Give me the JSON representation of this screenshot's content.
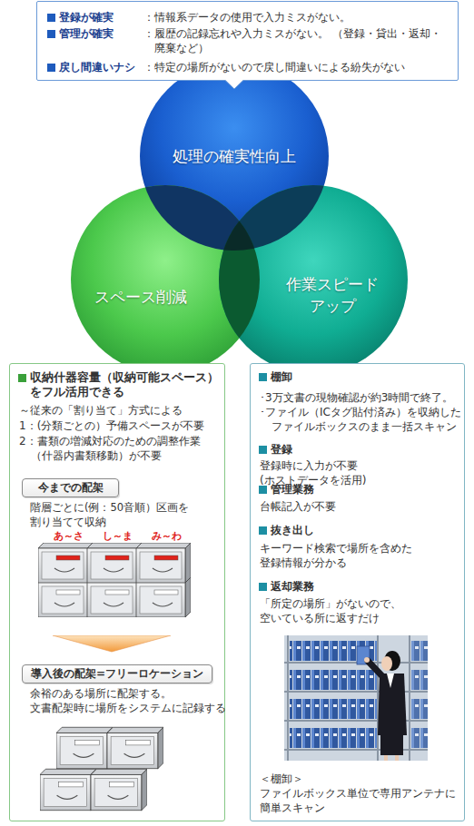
{
  "diagram": {
    "nodes": [
      {
        "text": [
          "登録が確実",
          "：情報系データの使用で入力ミスがない。",
          "管理が確実",
          "：履歴の記録忘れや入力ミスがない。 （登録・貸出・返却・廃棄など）",
          "戻し間違いナシ",
          "：特定の場所がないので戻し間違いによる紛失がない"
        ]
      },
      {
        "text": [
          "処理の確実性向上"
        ]
      },
      {
        "text": [
          "スペース削減"
        ]
      },
      {
        "text": [
          "作業スピード アップ"
        ]
      },
      {
        "text": [
          "収納什器容量（収納可能スペース） をフル活用できる",
          "～従来の「割り当て」方式による",
          "1：(分類ごとの）予備スペースが不要",
          "2：書類の増減対応のための調整作業 （什器内書類移動）が不要",
          "階層ごとに(例：50音順）区画を 割り当てて収納",
          "余裕のある場所に配架する。 文書配架時に場所をシステムに記録する"
        ]
      },
      {
        "text": [
          "今までの配架"
        ],
        "in": 4
      },
      {
        "text": [
          "導入後の配架=フリーロケーション"
        ],
        "in": 4
      },
      {
        "text": [
          "棚卸",
          "･3万文書の現物確認が約3時間で終了。",
          "･ファイル（ICタグ貼付済み）を収納した ファイルボックスのまま一括スキャン",
          "登録",
          "登録時に入力が不要(ホストデータを活用)",
          "管理業務",
          "台帳記入が不要",
          "抜き出し",
          "キーワード検索で場所を含めた 登録情報が分かる",
          "返却業務",
          "「所定の場所」がないので、 空いている所に返すだけ",
          "＜棚卸＞",
          "ファイルボックス単位で専用アンテナに 簡単スキャン"
        ]
      }
    ],
    "labels": [
      "あ～さ",
      "し～ま",
      "み～わ"
    ]
  }
}
